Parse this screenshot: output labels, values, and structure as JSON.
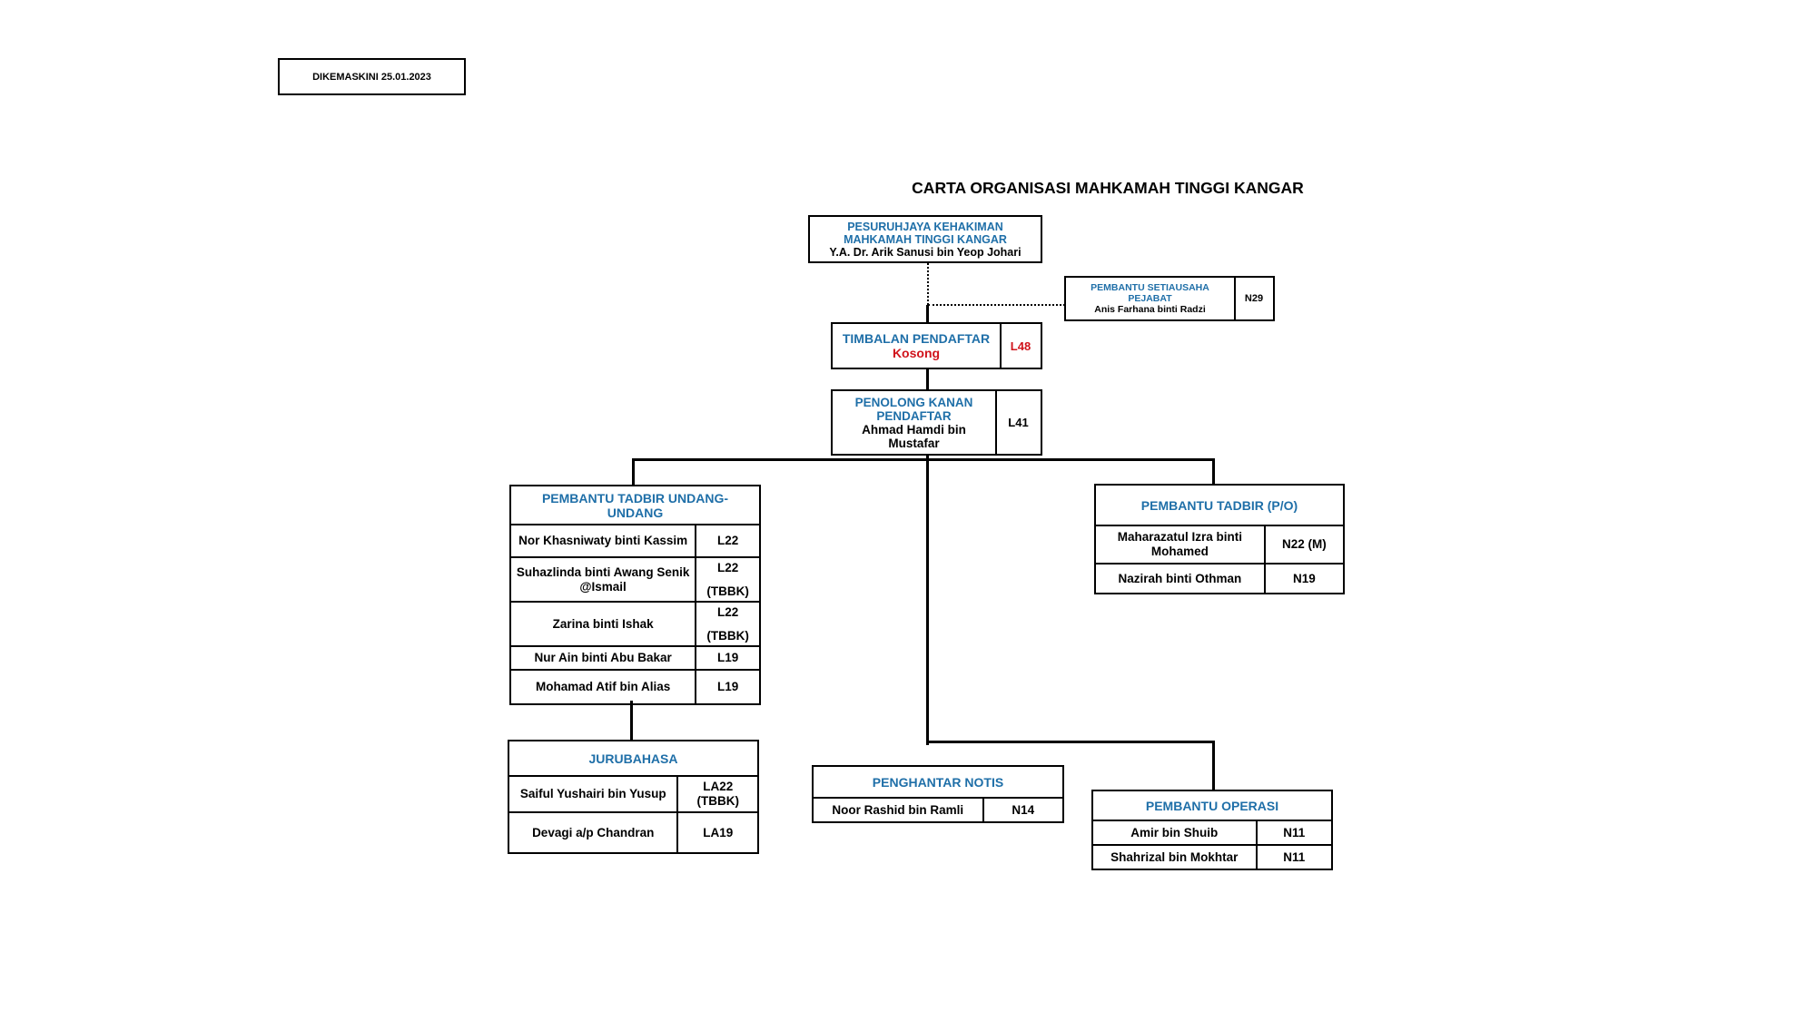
{
  "updated_label": "DIKEMASKINI  25.01.2023",
  "chart_title": "CARTA ORGANISASI MAHKAMAH TINGGI KANGAR",
  "colors": {
    "title_blue": "#1f6fa8",
    "vacant_red": "#d0131b",
    "border": "#000000"
  },
  "commissioner": {
    "title_line1": "PESURUHJAYA KEHAKIMAN",
    "title_line2": "MAHKAMAH TINGGI KANGAR",
    "name": "Y.A. Dr. Arik Sanusi bin Yeop Johari"
  },
  "secretary": {
    "title_line1": "PEMBANTU SETIAUSAHA",
    "title_line2": "PEJABAT",
    "name": "Anis Farhana binti Radzi",
    "grade": "N29"
  },
  "deputy_registrar": {
    "title": "TIMBALAN PENDAFTAR",
    "name": "Kosong",
    "grade": "L48"
  },
  "assistant_registrar": {
    "title_line1": "PENOLONG KANAN",
    "title_line2": "PENDAFTAR",
    "name_line1": "Ahmad Hamdi bin",
    "name_line2": "Mustafar",
    "grade": "L41"
  },
  "legal_assistants": {
    "title": "PEMBANTU TADBIR UNDANG-UNDANG",
    "rows": [
      {
        "name": "Nor Khasniwaty binti Kassim",
        "grade_line1": "L22",
        "grade_line2": ""
      },
      {
        "name": "Suhazlinda binti Awang Senik @Ismail",
        "grade_line1": "L22",
        "grade_line2": "(TBBK)"
      },
      {
        "name": "Zarina binti Ishak",
        "grade_line1": "L22",
        "grade_line2": "(TBBK)"
      },
      {
        "name": "Nur Ain binti Abu Bakar",
        "grade_line1": "L19",
        "grade_line2": ""
      },
      {
        "name": "Mohamad Atif bin Alias",
        "grade_line1": "L19",
        "grade_line2": ""
      }
    ]
  },
  "interpreters": {
    "title": "JURUBAHASA",
    "rows": [
      {
        "name": "Saiful Yushairi bin Yusup",
        "grade_line1": "LA22",
        "grade_line2": "(TBBK)"
      },
      {
        "name": "Devagi  a/p Chandran",
        "grade_line1": "LA19",
        "grade_line2": ""
      }
    ]
  },
  "admin_assistants": {
    "title": "PEMBANTU TADBIR (P/O)",
    "rows": [
      {
        "name": "Maharazatul Izra binti Mohamed",
        "grade": "N22 (M)"
      },
      {
        "name": "Nazirah binti Othman",
        "grade": "N19"
      }
    ]
  },
  "notice_server": {
    "title": "PENGHANTAR NOTIS",
    "rows": [
      {
        "name": "Noor Rashid bin Ramli",
        "grade": "N14"
      }
    ]
  },
  "operations_assistants": {
    "title": "PEMBANTU OPERASI",
    "rows": [
      {
        "name": "Amir bin Shuib",
        "grade": "N11"
      },
      {
        "name": "Shahrizal bin Mokhtar",
        "grade": "N11"
      }
    ]
  }
}
